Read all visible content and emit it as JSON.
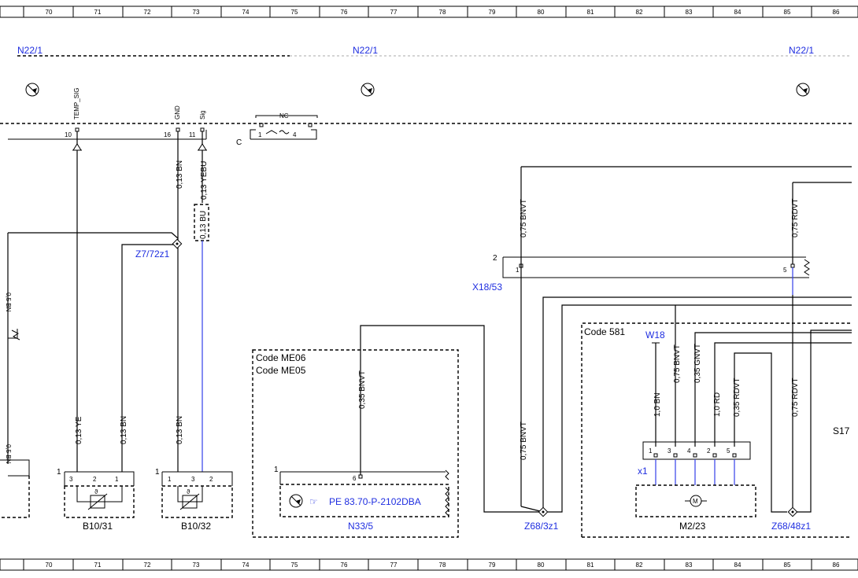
{
  "ruler_top": [
    "70",
    "71",
    "72",
    "73",
    "74",
    "75",
    "76",
    "77",
    "78",
    "79",
    "80",
    "81",
    "82",
    "83",
    "84",
    "85",
    "86"
  ],
  "ruler_bottom": [
    "70",
    "71",
    "72",
    "73",
    "74",
    "75",
    "76",
    "77",
    "78",
    "79",
    "80",
    "81",
    "82",
    "83",
    "84",
    "85",
    "86"
  ],
  "modules": {
    "n22_left": "N22/1",
    "n22_mid": "N22/1",
    "n22_right": "N22/1"
  },
  "pins_top": {
    "p10": "10",
    "p16": "16",
    "p11": "11",
    "temp_sig": "TEMP_SIG",
    "gnd": "GND",
    "sig": "Sig",
    "c_label": "C",
    "nc": "NC",
    "c1": "1",
    "c4": "4"
  },
  "wires": {
    "w_013bn_a": "0,13 BN",
    "w_013yebu": "0,13 YEBU",
    "w_013bu": "0,13 BU",
    "w_05bn_a": "0,5 BN",
    "w_05bn_b": "0,5 BN",
    "w_013ye": "0,13 YE",
    "w_013bn_b": "0,13 BN",
    "w_013bn_c": "0,13 BN",
    "w_035bnvt": "0,35 BNVT",
    "w_075bnvt_a": "0,75 BNVT",
    "w_075bnvt_b": "0,75 BNVT",
    "w_075rdvt_a": "0,75 RDVT",
    "w_075rdvt_b": "0,75 RDVT",
    "w_10bn": "1,0 BN",
    "w_075bnvt_c": "0,75 BNVT",
    "w_035gnvt": "0,35 GNVT",
    "w_10rd": "1,0 RD",
    "w_035rdvt": "0,35 RDVT"
  },
  "components": {
    "z7": "Z7/72z1",
    "x18": "X18/53",
    "x18_pin2": "2",
    "x18_p1": "1",
    "x18_p5": "5",
    "code_me06": "Code ME06",
    "code_me05": "Code ME05",
    "code_581": "Code 581",
    "w18": "W18",
    "x1": "x1",
    "s17": "S17",
    "b1031": "B10/31",
    "b1032": "B10/32",
    "n335": "N33/5",
    "pe_ref": "PE 83.70-P-2102DBA",
    "z68_3": "Z68/3z1",
    "m223": "M2/23",
    "z68_48": "Z68/48z1",
    "b1031_pins": [
      "1",
      "3",
      "2",
      "1"
    ],
    "b1032_pins": [
      "1",
      "1",
      "3",
      "2"
    ],
    "n335_pins": [
      "1",
      "6"
    ],
    "x1_pins": [
      "1",
      "3",
      "4",
      "2",
      "5"
    ],
    "motor": "M"
  }
}
